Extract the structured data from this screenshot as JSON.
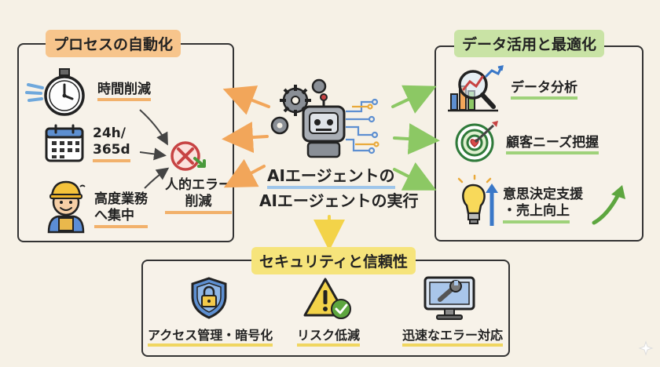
{
  "process": {
    "title": "プロセスの自動化",
    "time_reduction": "時間削減",
    "availability_line1": "24h/",
    "availability_line2": "365d",
    "focus_line1": "高度業務",
    "focus_line2": "へ集中",
    "error_line1": "人的エラー",
    "error_line2": "削減"
  },
  "data": {
    "title": "データ活用と最適化",
    "analysis": "データ分析",
    "needs": "顧客ニーズ把握",
    "decision_line1": "意思決定支援",
    "decision_line2": "・売上向上"
  },
  "center": {
    "line1": "AIエージェントの",
    "line2": "AIエージェントの実行"
  },
  "security": {
    "title": "セキュリティと信頼性",
    "access": "アクセス管理・暗号化",
    "risk": "リスク低減",
    "response": "迅速なエラー対応"
  },
  "colors": {
    "orange": "#f2a65a",
    "green": "#8cc864",
    "yellow": "#f3d349",
    "blue": "#3a78c8"
  }
}
